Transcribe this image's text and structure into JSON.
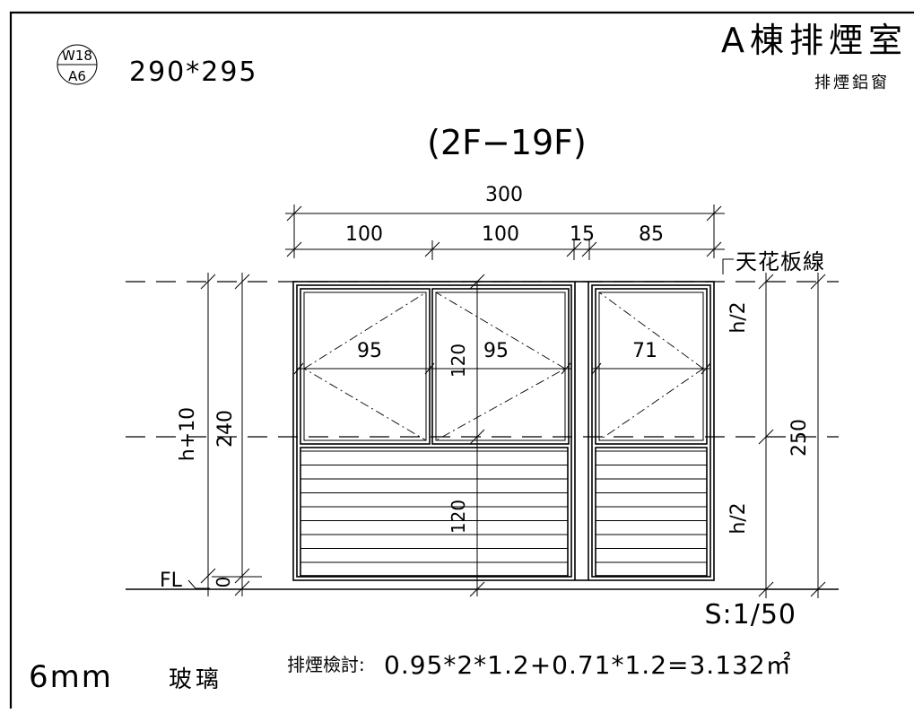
{
  "header": {
    "code_top": "W18",
    "code_bottom": "A6",
    "size": "290*295",
    "building_title": "A棟排煙室",
    "building_subtitle": "排煙鋁窗",
    "floors": "(2F−19F)"
  },
  "dims": {
    "overall_width": "300",
    "seg1": "100",
    "seg2": "100",
    "seg3": "15",
    "seg4": "85",
    "ceiling_label": "天花板線",
    "pane_left": "95",
    "pane_mid": "95",
    "pane_right": "71",
    "upper_height": "120",
    "lower_height": "120",
    "h_plus_10": "h+10",
    "h240": "240",
    "zero": "0",
    "fl": "FL",
    "h_half_top": "h/2",
    "h_half_bottom": "h/2",
    "h250": "250"
  },
  "footer": {
    "scale": "S:1/50",
    "calc_label": "排煙檢討:",
    "calc_formula": "0.95*2*1.2+0.71*1.2=3.132㎡",
    "glass": "6mm",
    "glass_label": "玻璃"
  }
}
